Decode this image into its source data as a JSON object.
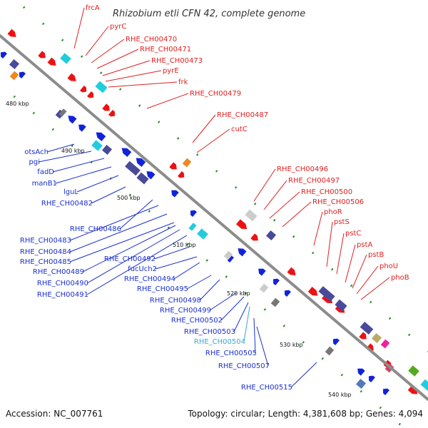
{
  "title": "Rhizobium etli CFN 42, complete genome",
  "footer": {
    "accession": "Accession: NC_007761",
    "stats": "Topology: circular; Length: 4,381,608 bp; Genes: 4,094"
  },
  "colors": {
    "forward_label": "#e02020",
    "reverse_label": "#1a2fd0",
    "highlight_label": "#3aa9d8",
    "backbone": "#8c8c8c",
    "forward_feature": "#ee1111",
    "reverse_feature": "#1122dd",
    "cyan_feature": "#22ccdd",
    "purple_feature": "#4a4a9a",
    "gc_dots": "#2a8a2a"
  },
  "scale_ticks": [
    {
      "label": "480 kbp"
    },
    {
      "label": "490 kbp"
    },
    {
      "label": "500 kbp"
    },
    {
      "label": "510 kbp"
    },
    {
      "label": "520 kbp"
    },
    {
      "label": "530 kbp"
    },
    {
      "label": "540 kbp"
    }
  ],
  "forward_genes": [
    "frcA",
    "pyrC",
    "RHE_CH00470",
    "RHE_CH00471",
    "RHE_CH00473",
    "pyrE",
    "frk",
    "RHE_CH00479",
    "RHE_CH00487",
    "cutC",
    "RHE_CH00496",
    "RHE_CH00497",
    "RHE_CH00500",
    "RHE_CH00506",
    "phoR",
    "pstS",
    "pstC",
    "pstA",
    "pstB",
    "phoU",
    "phoB"
  ],
  "reverse_genes": [
    "otsAch",
    "pgi",
    "fadD",
    "manB1",
    "lguL",
    "RHE_CH00482",
    "RHE_CH00486",
    "RHE_CH00483",
    "RHE_CH00484",
    "RHE_CH00485",
    "RHE_CH00489",
    "RHE_CH00490",
    "RHE_CH00491",
    "RHE_CH00492",
    "fucUch2",
    "RHE_CH00494",
    "RHE_CH00495",
    "RHE_CH00498",
    "RHE_CH00499",
    "RHE_CH00502",
    "RHE_CH00503",
    "RHE_CH00504",
    "RHE_CH00505",
    "RHE_CH00507",
    "RHE_CH00515"
  ],
  "highlighted_gene": "RHE_CH00504"
}
